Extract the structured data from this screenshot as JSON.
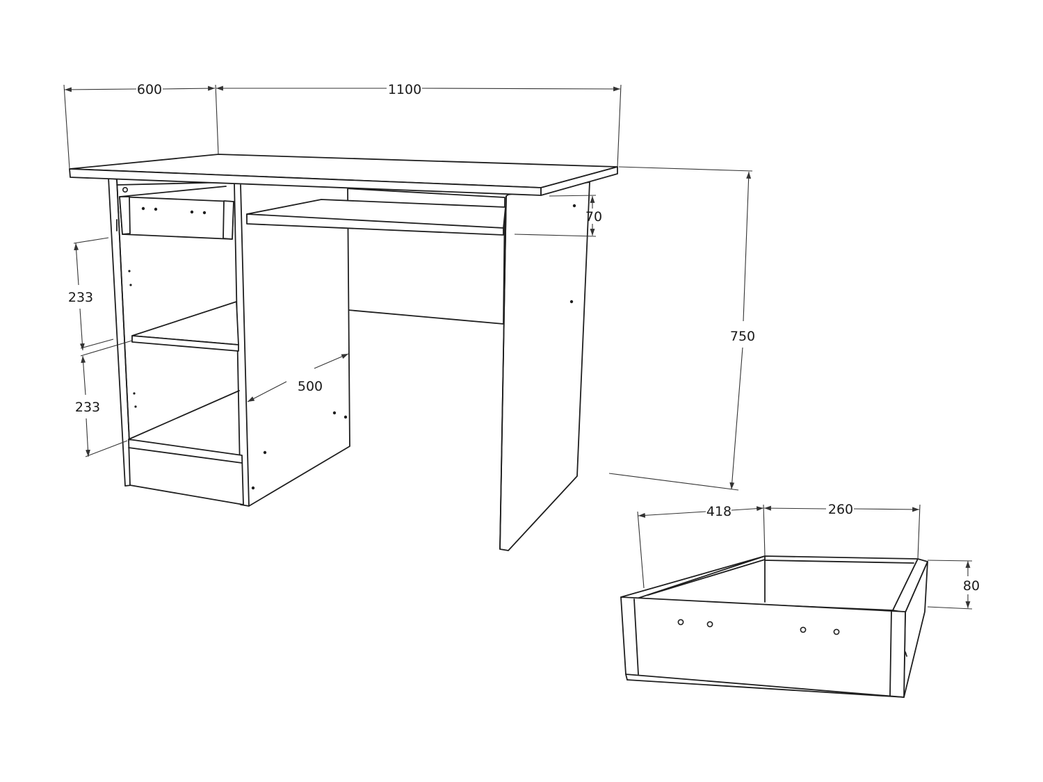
{
  "dimensions": {
    "top_depth": "600",
    "top_width": "1100",
    "modesty_height": "70",
    "total_height": "750",
    "shelf_upper": "233",
    "shelf_lower": "233",
    "pedestal_depth": "500",
    "drawer_depth": "418",
    "drawer_width": "260",
    "drawer_height": "80"
  }
}
